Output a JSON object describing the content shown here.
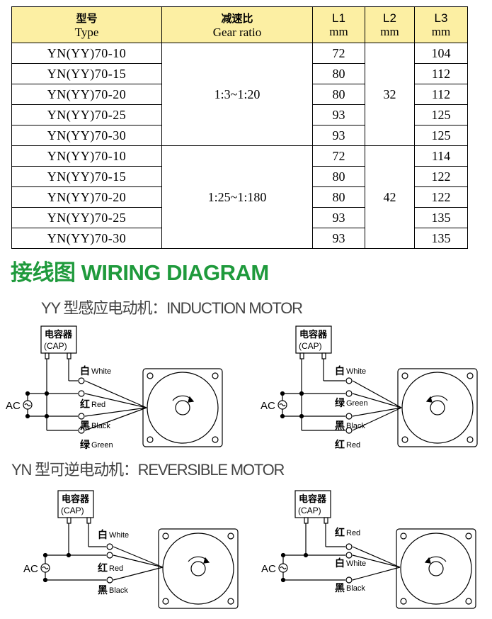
{
  "table": {
    "headers": [
      {
        "zh": "型号",
        "en": "Type"
      },
      {
        "zh": "减速比",
        "en": "Gear ratio"
      },
      {
        "zh": "L1",
        "en": "mm"
      },
      {
        "zh": "L2",
        "en": "mm"
      },
      {
        "zh": "L3",
        "en": "mm"
      }
    ],
    "groups": [
      {
        "ratio": "1:3~1:20",
        "l2": "32",
        "rows": [
          {
            "model": "YN(YY)70-10",
            "l1": "72",
            "l3": "104"
          },
          {
            "model": "YN(YY)70-15",
            "l1": "80",
            "l3": "112"
          },
          {
            "model": "YN(YY)70-20",
            "l1": "80",
            "l3": "112"
          },
          {
            "model": "YN(YY)70-25",
            "l1": "93",
            "l3": "125"
          },
          {
            "model": "YN(YY)70-30",
            "l1": "93",
            "l3": "125"
          }
        ]
      },
      {
        "ratio": "1:25~1:180",
        "l2": "42",
        "rows": [
          {
            "model": "YN(YY)70-10",
            "l1": "72",
            "l3": "114"
          },
          {
            "model": "YN(YY)70-15",
            "l1": "80",
            "l3": "122"
          },
          {
            "model": "YN(YY)70-20",
            "l1": "80",
            "l3": "122"
          },
          {
            "model": "YN(YY)70-25",
            "l1": "93",
            "l3": "135"
          },
          {
            "model": "YN(YY)70-30",
            "l1": "93",
            "l3": "135"
          }
        ]
      }
    ]
  },
  "section_title": "接线图 WIRING DIAGRAM",
  "induction_label": "YY 型感应电动机：INDUCTION MOTOR",
  "reversible_label": "YN 型可逆电动机：REVERSIBLE MOTOR",
  "capacitor": {
    "zh": "电容器",
    "en": "(CAP)"
  },
  "ac_label": "AC",
  "diagrams": {
    "d1": [
      {
        "zh": "白",
        "en": "White"
      },
      {
        "zh": "红",
        "en": "Red"
      },
      {
        "zh": "黑",
        "en": "Black"
      },
      {
        "zh": "绿",
        "en": "Green"
      }
    ],
    "d2": [
      {
        "zh": "白",
        "en": "White"
      },
      {
        "zh": "绿",
        "en": "Green"
      },
      {
        "zh": "黑",
        "en": "Black"
      },
      {
        "zh": "红",
        "en": "Red"
      }
    ],
    "d3": [
      {
        "zh": "白",
        "en": "White"
      },
      {
        "zh": "红",
        "en": "Red"
      },
      {
        "zh": "黑",
        "en": "Black"
      }
    ],
    "d4": [
      {
        "zh": "红",
        "en": "Red"
      },
      {
        "zh": "白",
        "en": "White"
      },
      {
        "zh": "黑",
        "en": "Black"
      }
    ]
  },
  "colors": {
    "header_bg": "#fcefa3",
    "title_green": "#1f9a3c"
  }
}
